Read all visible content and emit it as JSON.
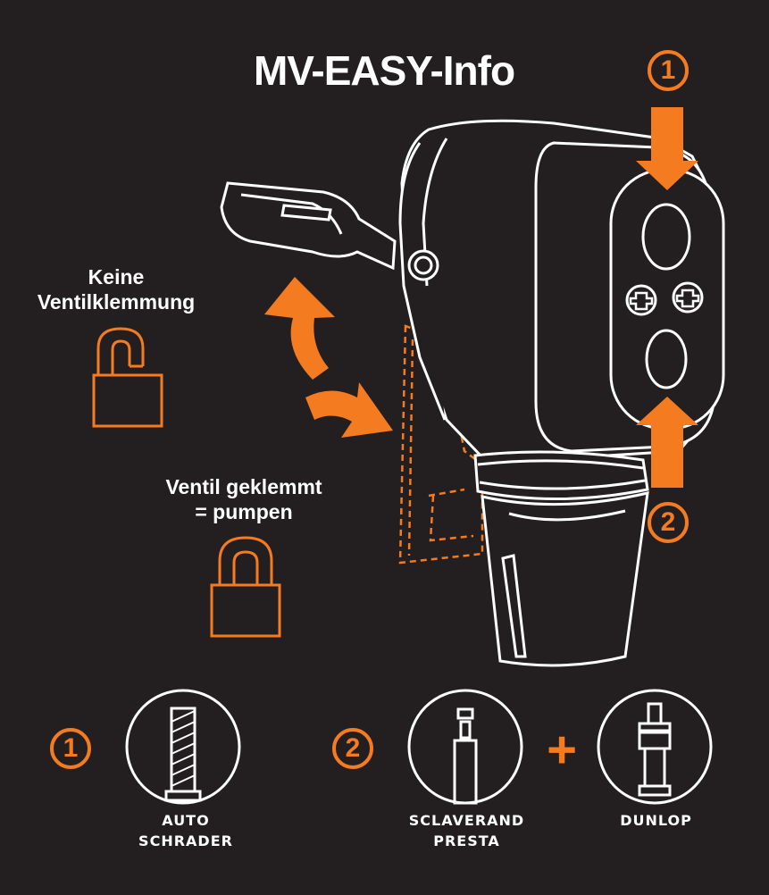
{
  "title": "MV-EASY-Info",
  "states": {
    "open": {
      "label_line1": "Keine",
      "label_line2": "Ventilklemmung",
      "icon": "unlocked-padlock-icon"
    },
    "locked": {
      "label_line1": "Ventil geklemmt",
      "label_line2": "= pumpen",
      "icon": "locked-padlock-icon"
    }
  },
  "heads": {
    "top": {
      "number": "1"
    },
    "bottom": {
      "number": "2"
    }
  },
  "valves": {
    "group1": {
      "number": "1",
      "label_line1": "AUTO",
      "label_line2": "SCHRADER",
      "icon": "schrader-valve-icon"
    },
    "group2": {
      "number": "2",
      "plus": "+",
      "presta": {
        "label_line1": "SCLAVERAND",
        "label_line2": "PRESTA",
        "icon": "presta-valve-icon"
      },
      "dunlop": {
        "label_line1": "DUNLOP",
        "icon": "dunlop-valve-icon"
      }
    }
  },
  "colors": {
    "background": "#231f20",
    "accent": "#f47b20",
    "line": "#ffffff"
  }
}
